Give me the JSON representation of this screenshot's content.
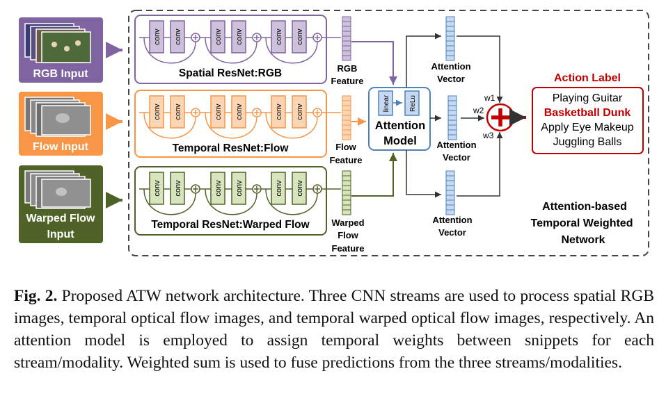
{
  "inputs": {
    "rgb": "RGB Input",
    "flow": "Flow Input",
    "warped_line1": "Warped Flow",
    "warped_line2": "Input"
  },
  "block_label": "conv",
  "streams": {
    "spatial": "Spatial ResNet:RGB",
    "temporal": "Temporal ResNet:Flow",
    "warped": "Temporal ResNet:Warped Flow"
  },
  "features": {
    "rgb": [
      "RGB",
      "Feature"
    ],
    "flow": [
      "Flow",
      "Feature"
    ],
    "warped": [
      "Warped",
      "Flow",
      "Feature"
    ]
  },
  "attention_model": {
    "linear": "linear",
    "relu": "ReLu",
    "line1": "Attention",
    "line2": "Model"
  },
  "attention_vector": [
    "Attention",
    "Vector"
  ],
  "weights": [
    "w1",
    "w2",
    "w3"
  ],
  "action": {
    "title": "Action Label",
    "labels": [
      "Playing Guitar",
      "Basketball Dunk",
      "Apply Eye Makeup",
      "Juggling Balls"
    ],
    "highlighted": "Basketball Dunk"
  },
  "network_title": [
    "Attention-based",
    "Temporal Weighted",
    "Network"
  ],
  "caption": {
    "prefix": "Fig. 2.",
    "text": "Proposed ATW network architecture. Three CNN streams are used to process spatial RGB images, temporal optical flow images, and temporal warped optical flow images, respectively. An attention model is employed to assign temporal weights between snippets for each stream/modality. Weighted sum is used to fuse predictions from the three streams/modalities."
  },
  "colors": {
    "purple": "#8064a2",
    "purple_light": "#ccc0da",
    "orange": "#f79646",
    "orange_light": "#fcd5b5",
    "green": "#4f6228",
    "green_light": "#d7e4bd",
    "blue": "#4f81bd",
    "blue_light": "#c6d9f1",
    "red": "#c00000"
  }
}
